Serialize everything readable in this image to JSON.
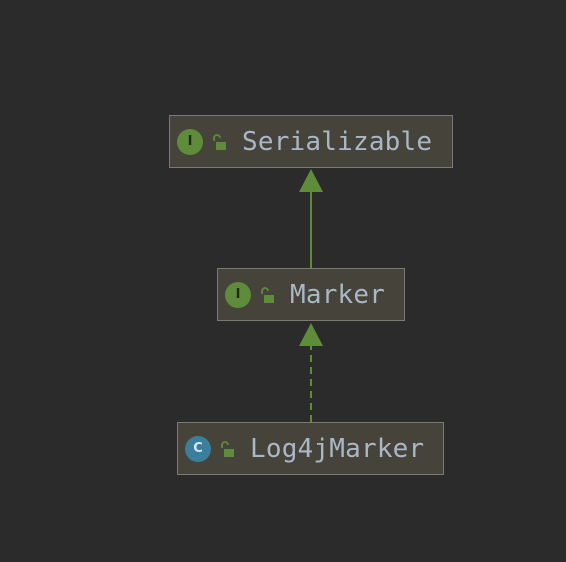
{
  "diagram": {
    "nodes": [
      {
        "id": "serializable",
        "label": "Serializable",
        "kind": "interface",
        "kind_letter": "I",
        "visibility": "public"
      },
      {
        "id": "marker",
        "label": "Marker",
        "kind": "interface",
        "kind_letter": "I",
        "visibility": "public"
      },
      {
        "id": "log4jmarker",
        "label": "Log4jMarker",
        "kind": "class",
        "kind_letter": "C",
        "visibility": "public"
      }
    ],
    "edges": [
      {
        "from": "marker",
        "to": "serializable",
        "type": "extends",
        "style": "solid"
      },
      {
        "from": "log4jmarker",
        "to": "marker",
        "type": "implements",
        "style": "dashed"
      }
    ],
    "colors": {
      "background": "#2b2b2b",
      "node_fill": "#46443a",
      "node_border": "#7b7a72",
      "edge": "#5e8c3b",
      "label_text": "#a9b7c6",
      "interface_icon": "#5e8c3b",
      "class_icon": "#3b7f9c"
    },
    "icons": {
      "interface": "interface-icon",
      "class": "class-icon",
      "visibility": "unlocked-padlock-icon"
    }
  }
}
